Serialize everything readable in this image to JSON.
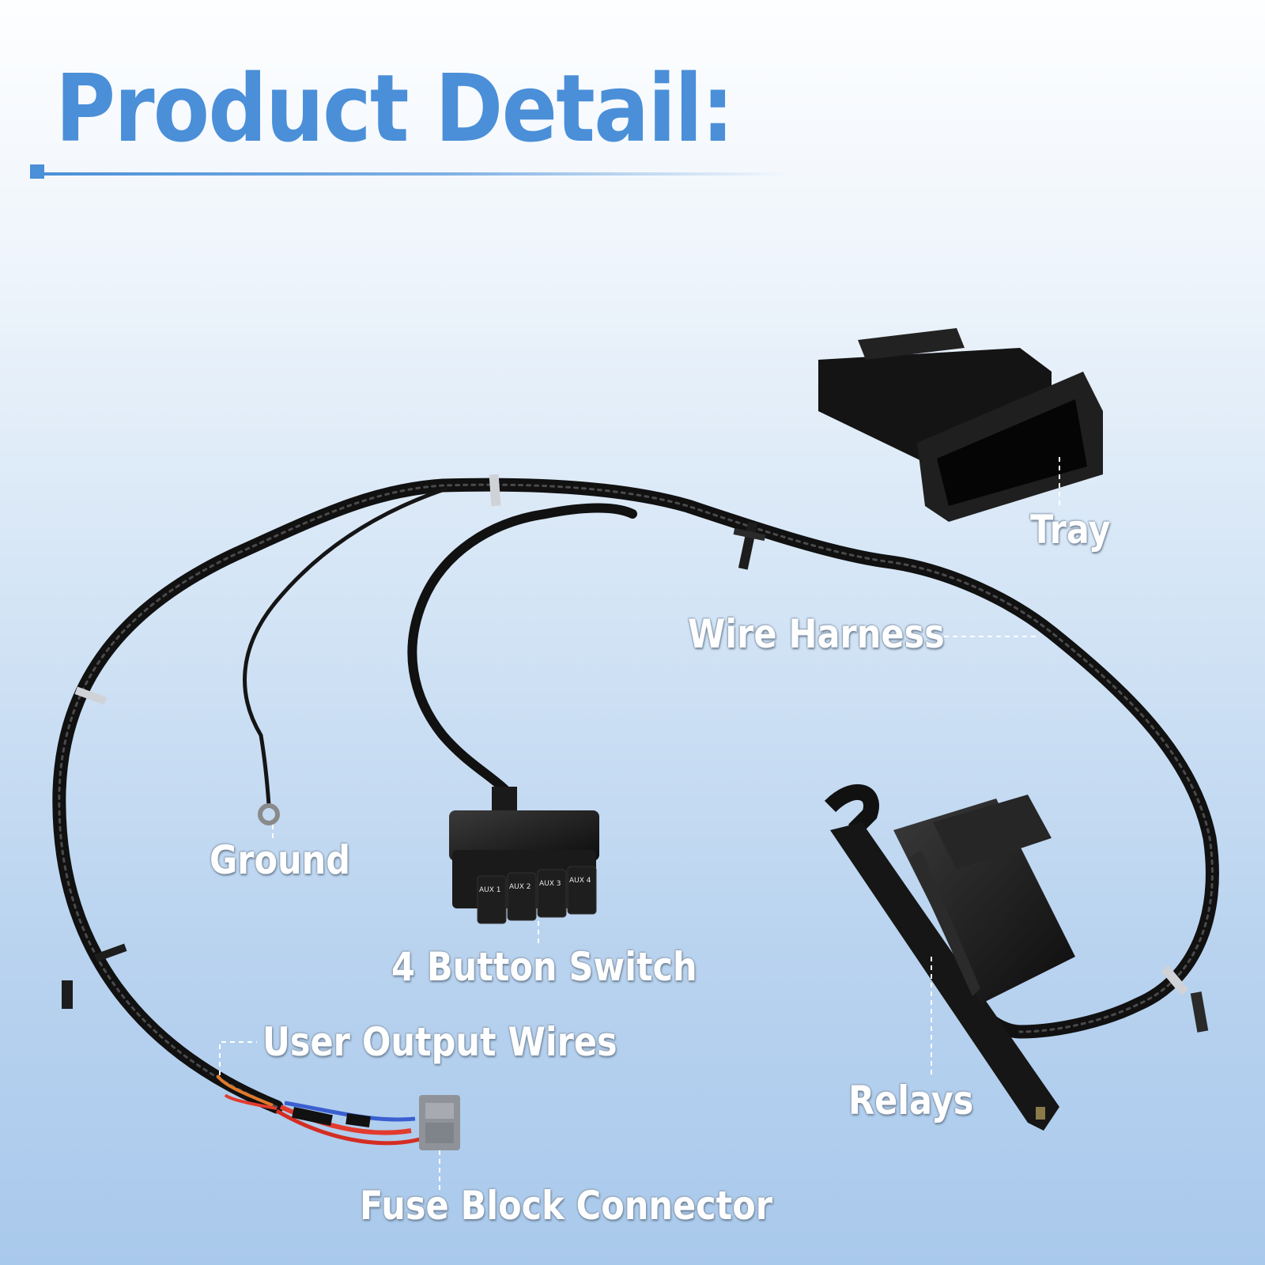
{
  "title": "Product Detail:",
  "labels": {
    "tray": "Tray",
    "wire_harness": "Wire Harness",
    "ground": "Ground",
    "button_switch": "4 Button Switch",
    "user_output_wires": "User Output Wires",
    "relays": "Relays",
    "fuse_block_connector": "Fuse Block Connector"
  },
  "switch_buttons": [
    "AUX 1",
    "AUX 2",
    "AUX 3",
    "AUX 4"
  ],
  "colors": {
    "title": "#4a8fd8",
    "label_text": "#ffffff",
    "harness": "#1a1a1a",
    "background_top": "#fdfeff",
    "background_bottom": "#a9c9ec"
  }
}
